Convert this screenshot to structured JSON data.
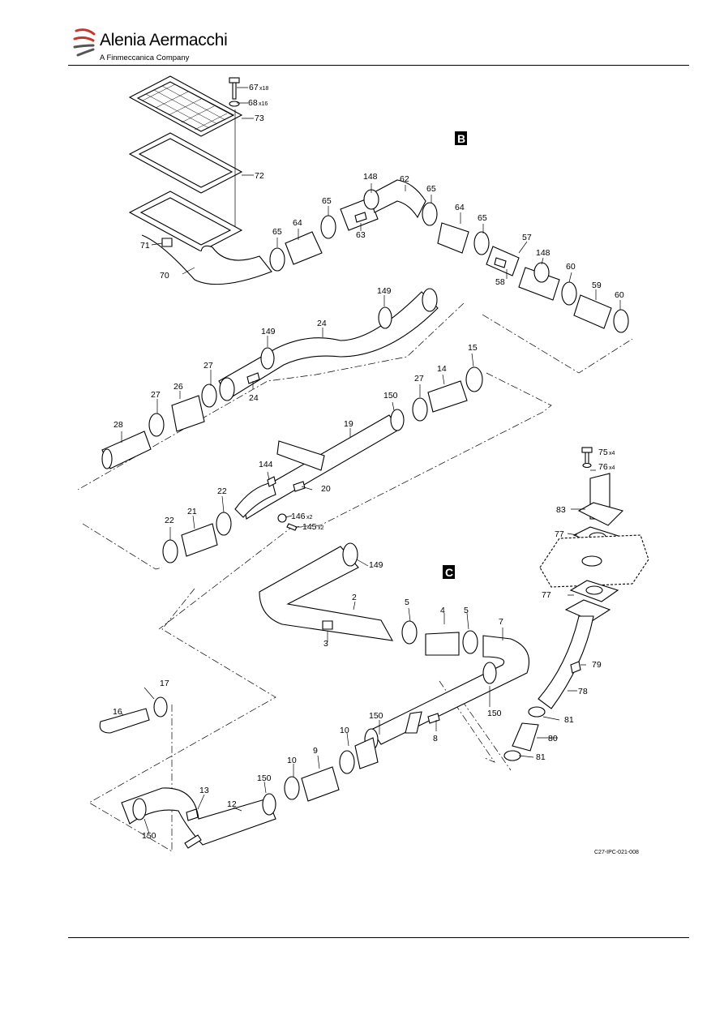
{
  "header": {
    "company": "Alenia Aermacchi",
    "tagline": "A Finmeccanica Company"
  },
  "figure": {
    "reference": "C27-IPC-021-008",
    "view_markers": [
      "B",
      "C"
    ],
    "callouts": {
      "c67": "67",
      "c67q": "x18",
      "c68": "68",
      "c68q": "x16",
      "c73": "73",
      "c72": "72",
      "c71": "71",
      "c70": "70",
      "c148a": "148",
      "c62": "62",
      "c65a": "65",
      "c65b": "65",
      "c65c": "65",
      "c65d": "65",
      "c64a": "64",
      "c64b": "64",
      "c63": "63",
      "c57": "57",
      "c58": "58",
      "c148b": "148",
      "c60a": "60",
      "c60b": "60",
      "c59": "59",
      "c149a": "149",
      "c149b": "149",
      "c24a": "24",
      "c24b": "24",
      "c27a": "27",
      "c27b": "27",
      "c27c": "27",
      "c26": "26",
      "c28": "28",
      "c15": "15",
      "c14": "14",
      "c150a": "150",
      "c19": "19",
      "c144": "144",
      "c20": "20",
      "c22a": "22",
      "c22b": "22",
      "c21": "21",
      "c146": "146",
      "c146q": "x2",
      "c145": "145",
      "c145q": "x2",
      "c75": "75",
      "c75q": "x4",
      "c76": "76",
      "c76q": "x4",
      "c83": "83",
      "c77a": "77",
      "c77b": "77",
      "c79": "79",
      "c78": "78",
      "c81a": "81",
      "c81b": "81",
      "c80": "80",
      "c149c": "149",
      "c2": "2",
      "c3": "3",
      "c5a": "5",
      "c5b": "5",
      "c4": "4",
      "c7": "7",
      "c150b": "150",
      "c150c": "150",
      "c150d": "150",
      "c150e": "150",
      "c8": "8",
      "c10a": "10",
      "c10b": "10",
      "c9": "9",
      "c17": "17",
      "c16": "16",
      "c13": "13",
      "c12": "12"
    }
  }
}
